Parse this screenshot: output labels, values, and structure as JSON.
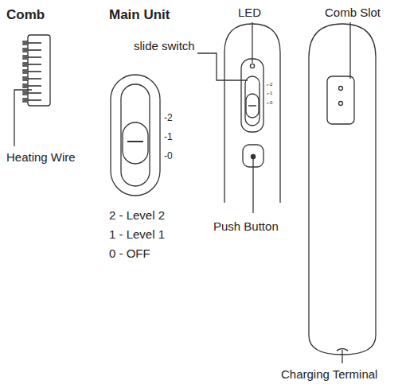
{
  "diagram": {
    "labels": [
      "Comb",
      "Main Unit",
      "LED",
      "Comb Slot",
      "slide switch",
      "-2",
      "-1",
      "-0",
      "-2",
      "-1",
      "-0",
      "Heating Wire",
      "2 - Level 2",
      "1 - Level 1",
      "0 - OFF",
      "Push Button",
      "Charging Terminal"
    ]
  }
}
